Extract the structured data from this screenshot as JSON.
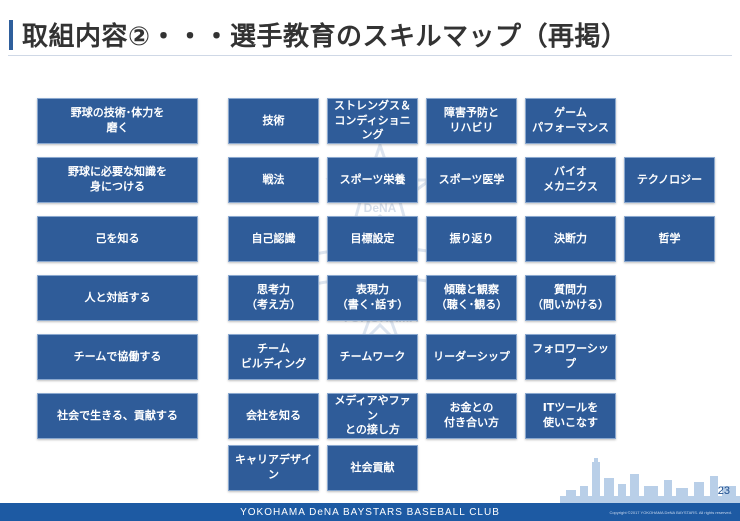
{
  "title": "取組内容②・・・選手教育のスキルマップ（再掲）",
  "watermark": {
    "line1": "DeNA",
    "line2": "YOKOHAMA"
  },
  "goals": [
    "野球の技術･体力を\n磨く",
    "野球に必要な知識を\n身につける",
    "己を知る",
    "人と対話する",
    "チームで協働する",
    "社会で生きる、貢献する"
  ],
  "skills": [
    [
      "技術",
      "ストレングス＆\nコンディショニング",
      "障害予防と\nリハビリ",
      "ゲーム\nパフォーマンス"
    ],
    [
      "戦法",
      "スポーツ栄養",
      "スポーツ医学",
      "バイオ\nメカニクス",
      "テクノロジー"
    ],
    [
      "自己認識",
      "目標設定",
      "振り返り",
      "決断力",
      "哲学"
    ],
    [
      "思考力\n（考え方）",
      "表現力\n（書く･話す）",
      "傾聴と観察\n（聴く･観る）",
      "質問力\n（問いかける）"
    ],
    [
      "チーム\nビルディング",
      "チームワーク",
      "リーダーシップ",
      "フォロワーシップ"
    ],
    [
      "会社を知る",
      "メディアやファン\nとの接し方",
      "お金との\n付き合い方",
      "ITツールを\n使いこなす"
    ],
    [
      "キャリアデザイン",
      "社会貢献"
    ]
  ],
  "page_number": "23",
  "footer": {
    "club": "YOKOHAMA DeNA BAYSTARS BASEBALL CLUB",
    "copyright": "Copyright ©2017 YOKOHAMA DeNA BAYSTARS. All rights reserved."
  },
  "colors": {
    "box": "#2f5c99",
    "footer": "#1d5aa3",
    "accent": "#2f5f9c"
  }
}
